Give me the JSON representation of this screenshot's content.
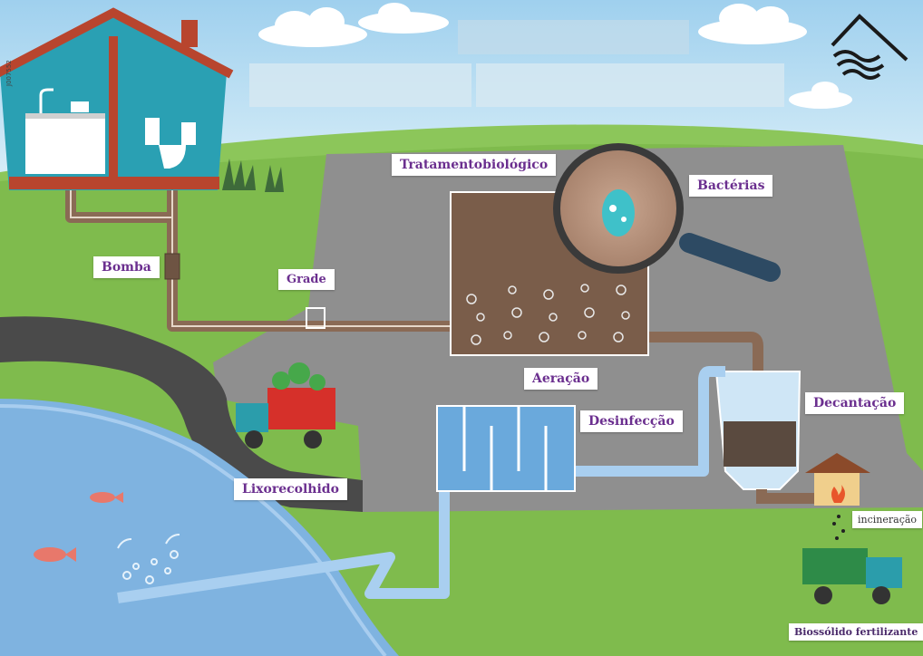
{
  "labels": {
    "tratamento": "Tratamentobiológico",
    "bacterias": "Bactérias",
    "bomba": "Bomba",
    "grade": "Grade",
    "aeracao": "Aeração",
    "decantacao": "Decantação",
    "desinfeccao": "Desinfecção",
    "lixo": "Lixorecolhido",
    "incineracao": "incineração",
    "biossolido": "Biossólido fertilizante"
  },
  "side_code": "J007552",
  "colors": {
    "sky": "#a9d6ee",
    "grass": "#8cc65a",
    "pavement": "#8f8f8f",
    "water": "#7fb3e0",
    "pipe_brown": "#8a6a55",
    "pipe_blue": "#a9cff0",
    "label_text": "#6b2f8f",
    "truck_red": "#d6302a",
    "truck_green": "#2e8b48"
  }
}
